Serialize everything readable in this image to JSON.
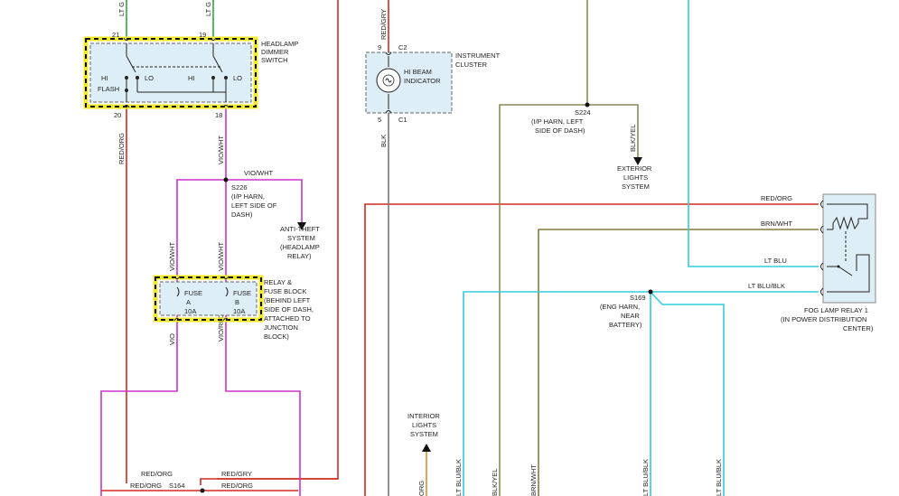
{
  "colors": {
    "red": "#d42a1e",
    "violet": "#cc33cc",
    "green": "#2fa83c",
    "gray": "#777777",
    "tan": "#8a7a3a",
    "olive": "#8a8a5a",
    "lightblue": "#33ccdd",
    "orange": "#d9902a",
    "highlight": "#f0ea2a"
  },
  "headlamp_switch": {
    "name": [
      "HEADLAMP",
      "DIMMER",
      "SWITCH"
    ],
    "pin_21": "21",
    "pin_19": "19",
    "pin_20": "20",
    "pin_18": "18",
    "hi": "HI",
    "flash": "FLASH",
    "lo": "LO",
    "hi2": "HI",
    "lo2": "LO"
  },
  "wires": {
    "ltg_1": "LT G",
    "ltg_2": "LT G",
    "red_org_left": "RED/ORG",
    "vio_wht_vert": "VIO/WHT",
    "vio_wht_horiz": "VIO/WHT",
    "vio_wht_left": "VIO/WHT",
    "vio_wht_right": "VIO/WHT",
    "vio": "VIO",
    "vio_red": "VIO/RED",
    "red_gry_top": "RED/GRY",
    "blk": "BLK",
    "blk_yel_right": "BLK/YEL",
    "red_org_relay": "RED/ORG",
    "brn_wht_relay": "BRN/WHT",
    "lt_blu": "LT BLU",
    "lt_blu_blk": "LT BLU/BLK",
    "red_org_bot1": "RED/ORG",
    "red_gry_bot": "RED/GRY",
    "red_org_bot2": "RED/ORG",
    "red_org_bot3": "RED/ORG",
    "bot_org": "ORG",
    "bot_lt_blu_blk": "LT BLU/BLK",
    "bot_blk_yel": "BLK/YEL",
    "bot_brn_wht": "BRN/WHT",
    "bot_blu_blk_1": "LT BLU/BLK",
    "bot_blu_blk_2": "LT BLU/BLK"
  },
  "splices": {
    "s226": [
      "S226",
      "(I/P HARN,",
      "LEFT SIDE OF",
      "DASH)"
    ],
    "s224": [
      "S224",
      "(I/P HARN, LEFT",
      "SIDE OF DASH)"
    ],
    "s169": [
      "S169",
      "(ENG HARN,",
      "NEAR",
      "BATTERY)"
    ],
    "s164": "S164"
  },
  "anti_theft": [
    "ANTI-THEFT",
    "SYSTEM",
    "(HEADLAMP",
    "RELAY)"
  ],
  "exterior_lights": [
    "EXTERIOR",
    "LIGHTS",
    "SYSTEM"
  ],
  "interior_lights": [
    "INTERIOR",
    "LIGHTS",
    "SYSTEM"
  ],
  "fuse_block": {
    "fuse_a": [
      "FUSE",
      "A",
      "10A"
    ],
    "fuse_b": [
      "FUSE",
      "B",
      "10A"
    ],
    "desc": [
      "RELAY &",
      "FUSE BLOCK",
      "(BEHIND LEFT",
      "SIDE OF DASH,",
      "ATTACHED TO",
      "JUNCTION",
      "BLOCK)"
    ]
  },
  "cluster": {
    "name": [
      "INSTRUMENT",
      "CLUSTER"
    ],
    "indicator": [
      "HI BEAM",
      "INDICATOR"
    ],
    "pin_9": "9",
    "c2": "C2",
    "pin_5": "5",
    "c1": "C1"
  },
  "fog_relay": [
    "FOG LAMP RELAY 1",
    "(IN POWER DISTRIBUTION",
    "CENTER)"
  ]
}
